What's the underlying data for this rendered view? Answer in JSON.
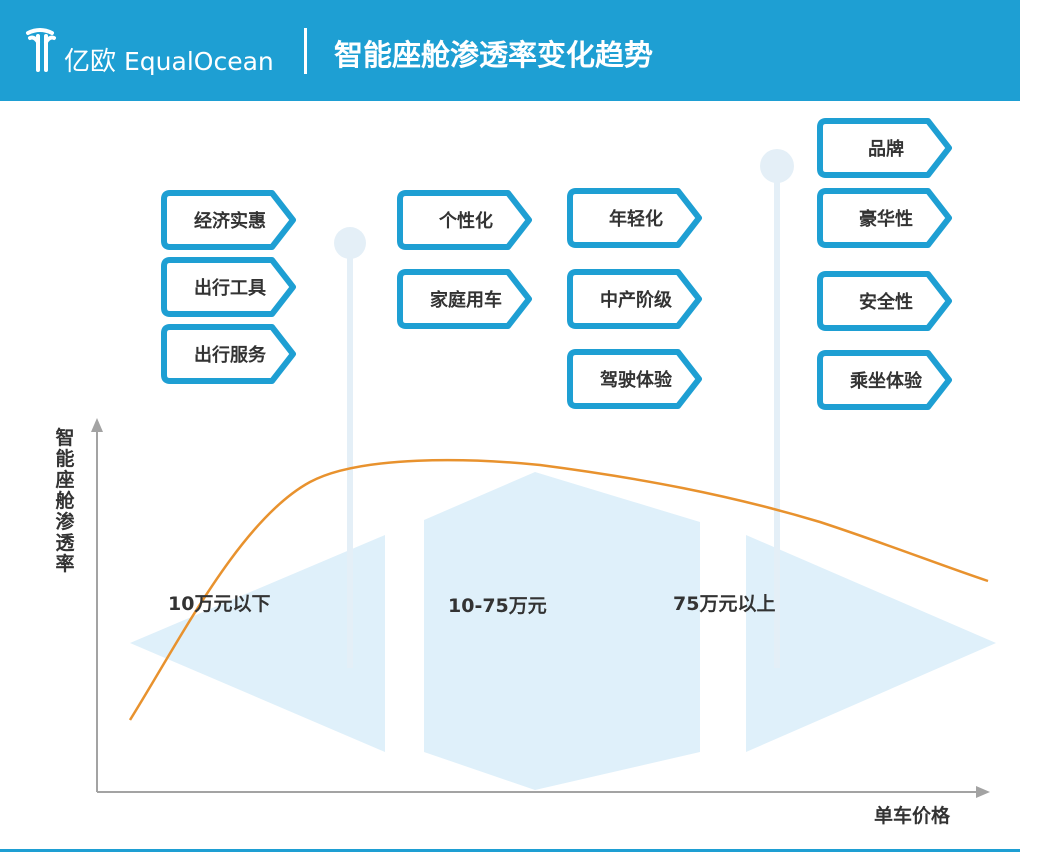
{
  "header": {
    "logo_cn": "亿欧",
    "logo_en": "EqualOcean",
    "title": "智能座舱渗透率变化趋势",
    "background_color": "#1e9fd3"
  },
  "axes": {
    "y_label": "智能座舱渗透率",
    "x_label": "单车价格"
  },
  "segments": [
    {
      "label": "10万元以下"
    },
    {
      "label": "10-75万元"
    },
    {
      "label": "75万元以上"
    }
  ],
  "tag_groups": [
    {
      "tags": [
        "经济实惠",
        "出行工具",
        "出行服务"
      ]
    },
    {
      "tags": [
        "个性化",
        "家庭用车"
      ]
    },
    {
      "tags": [
        "年轻化",
        "中产阶级",
        "驾驶体验"
      ]
    },
    {
      "tags": [
        "品牌",
        "豪华性",
        "安全性",
        "乘坐体验"
      ]
    }
  ],
  "colors": {
    "accent": "#1e9fd3",
    "curve": "#e8922e",
    "shape_fill": "#dff0fa",
    "pole": "#e4eff7",
    "axis": "#a3a3a3",
    "text": "#333333",
    "bottom_line": "#1e9fd3"
  }
}
